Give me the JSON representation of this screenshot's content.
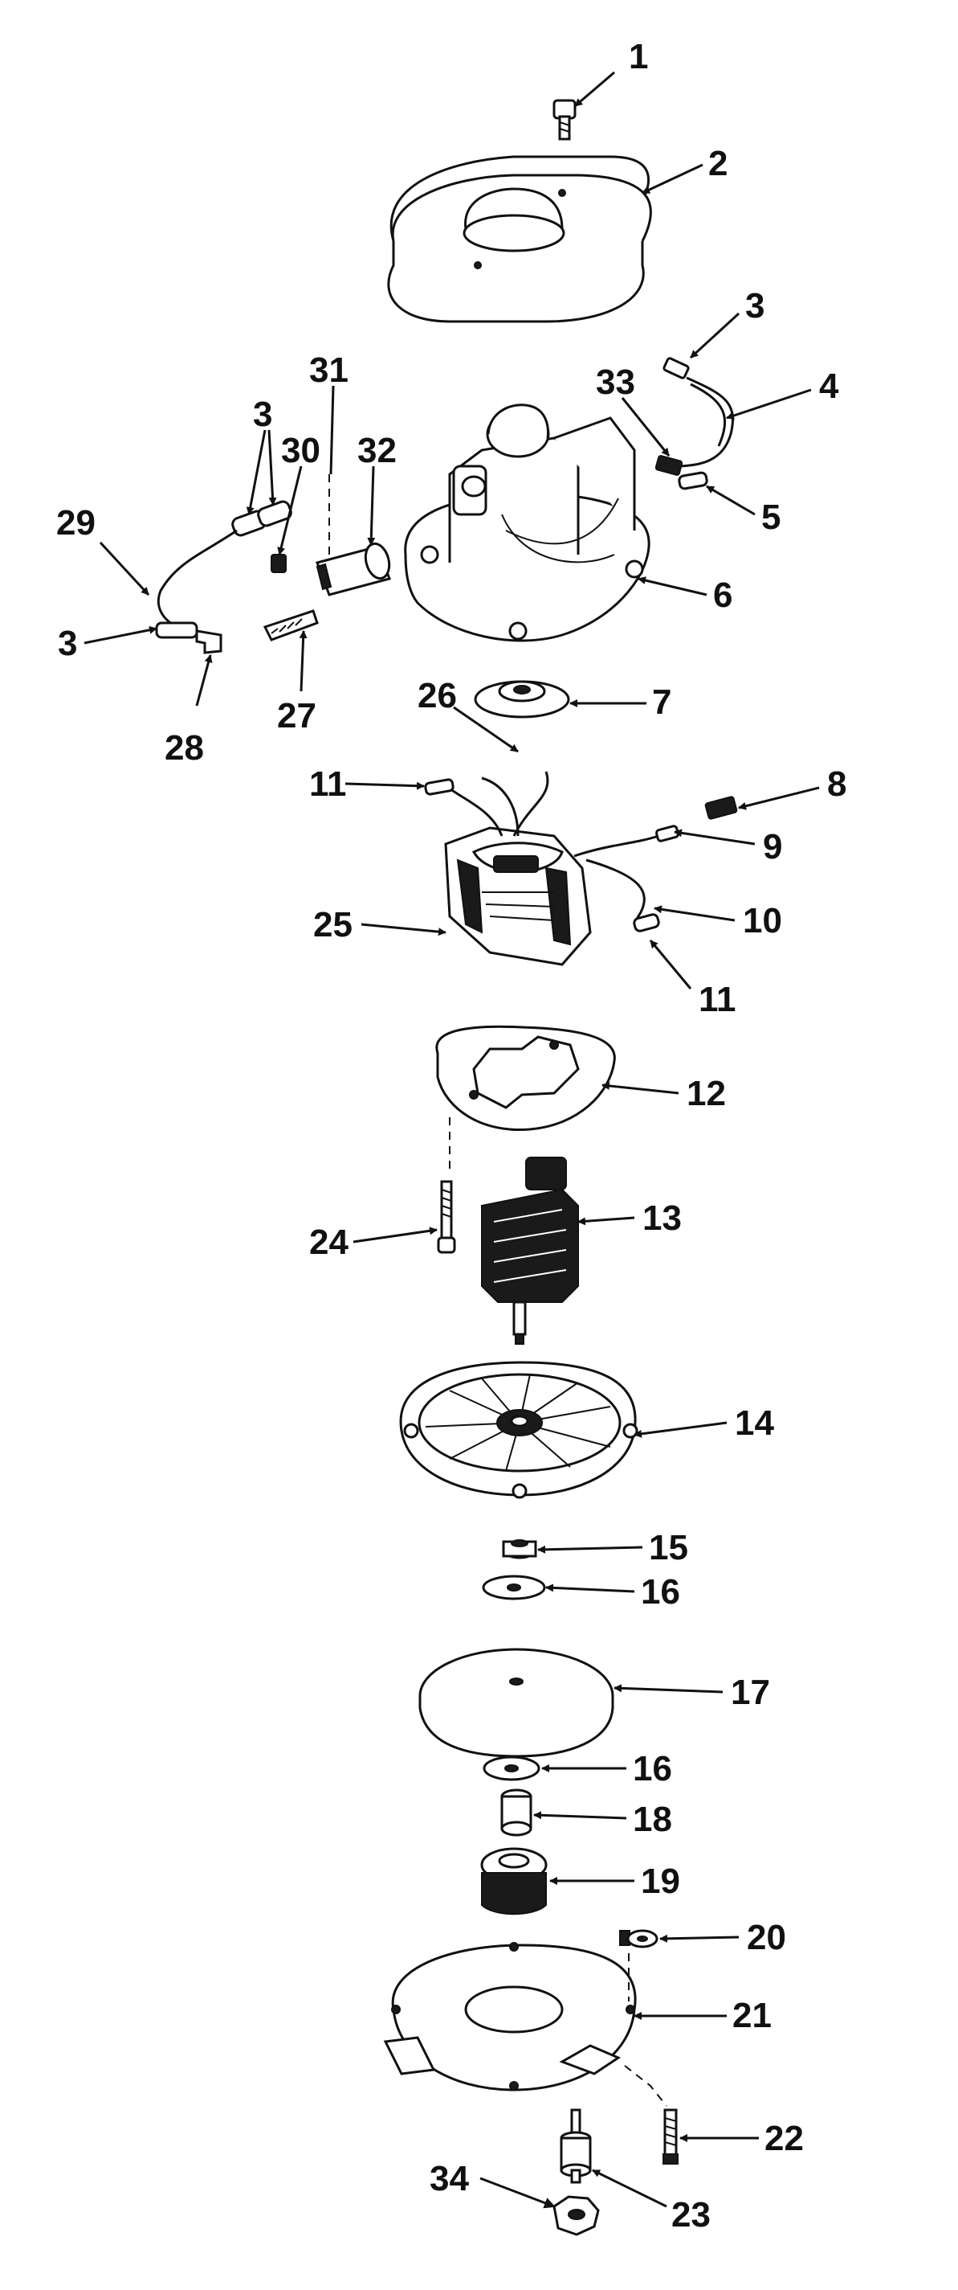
{
  "diagram": {
    "callouts": [
      "1",
      "2",
      "3",
      "4",
      "5",
      "6",
      "7",
      "8",
      "9",
      "10",
      "11",
      "12",
      "13",
      "14",
      "15",
      "16",
      "17",
      "18",
      "19",
      "20",
      "21",
      "22",
      "23",
      "24",
      "25",
      "26",
      "27",
      "28",
      "29",
      "30",
      "31",
      "32",
      "33",
      "34"
    ]
  }
}
